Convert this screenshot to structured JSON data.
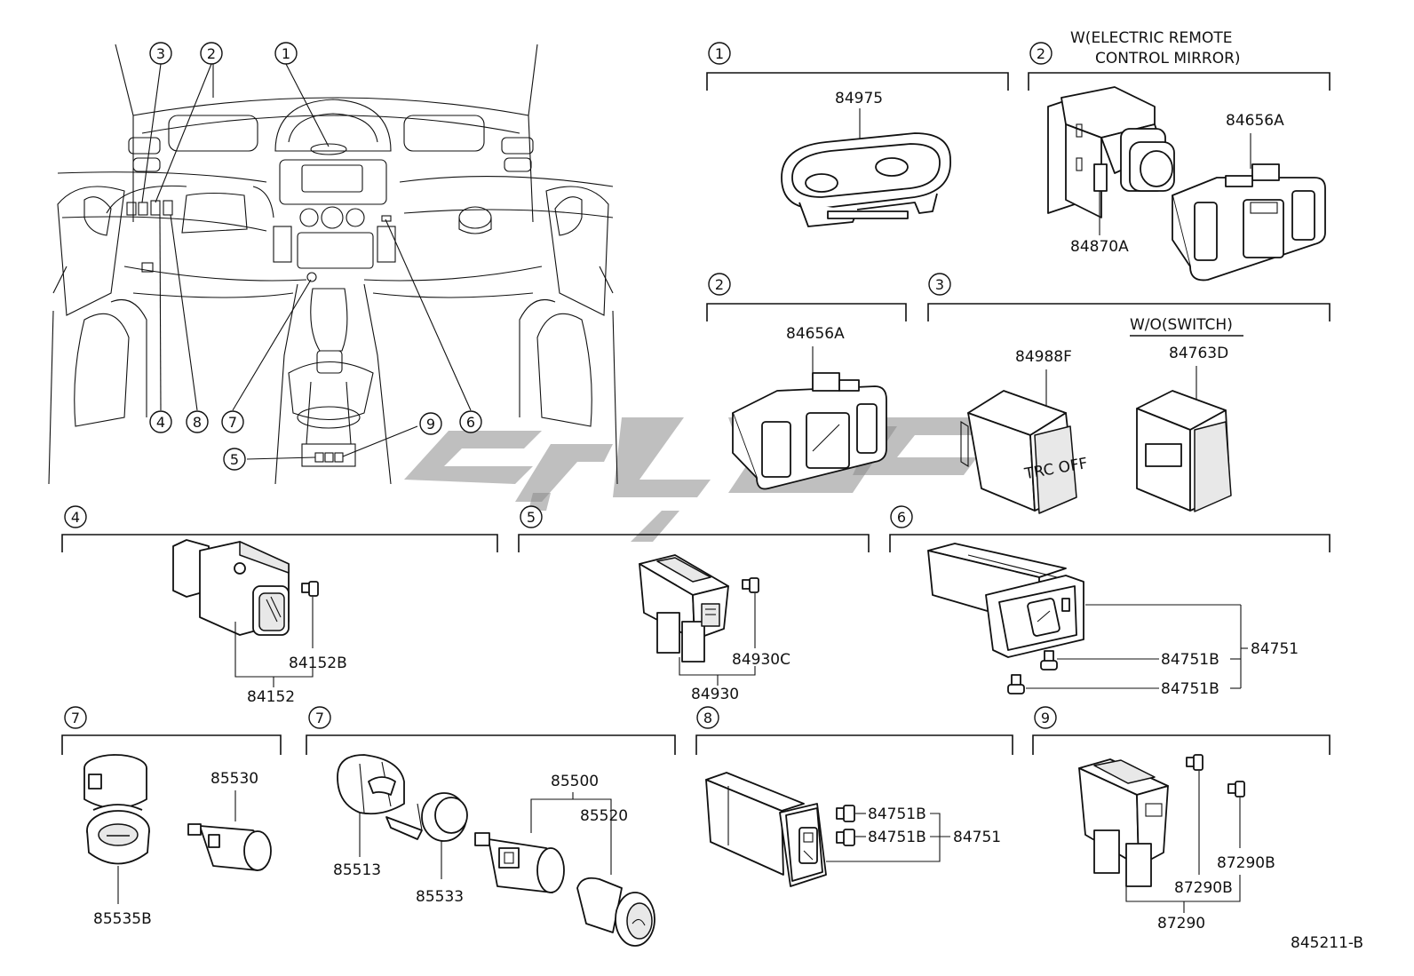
{
  "watermark": {
    "color": "#8a8a8a"
  },
  "sections": {
    "s1": {
      "number": "1",
      "parts": [
        "84975"
      ]
    },
    "s2a": {
      "number": "2",
      "title_line1": "W(ELECTRIC REMOTE",
      "title_line2": "CONTROL MIRROR)",
      "parts": [
        "84656A",
        "84870A"
      ]
    },
    "s2b": {
      "number": "2",
      "parts": [
        "84656A"
      ]
    },
    "s3": {
      "number": "3",
      "subtitle": "W/O(SWITCH)",
      "parts": [
        "84988F",
        "84763D"
      ]
    },
    "s4": {
      "number": "4",
      "parts": [
        "84152B",
        "84152"
      ]
    },
    "s5": {
      "number": "5",
      "parts": [
        "84930C",
        "84930"
      ]
    },
    "s6": {
      "number": "6",
      "parts": [
        "84751B",
        "84751B",
        "84751"
      ]
    },
    "s7a": {
      "number": "7",
      "parts": [
        "85530",
        "85535B"
      ]
    },
    "s7b": {
      "number": "7",
      "parts": [
        "85500",
        "85520",
        "85513",
        "85533"
      ]
    },
    "s8": {
      "number": "8",
      "parts": [
        "84751B",
        "84751B",
        "84751"
      ]
    },
    "s9": {
      "number": "9",
      "parts": [
        "87290B",
        "87290B",
        "87290"
      ]
    }
  },
  "overview_callouts": [
    "1",
    "2",
    "3",
    "4",
    "5",
    "6",
    "7",
    "8",
    "9"
  ],
  "switch_label": "TRC OFF",
  "diagram_code": "845211-B"
}
